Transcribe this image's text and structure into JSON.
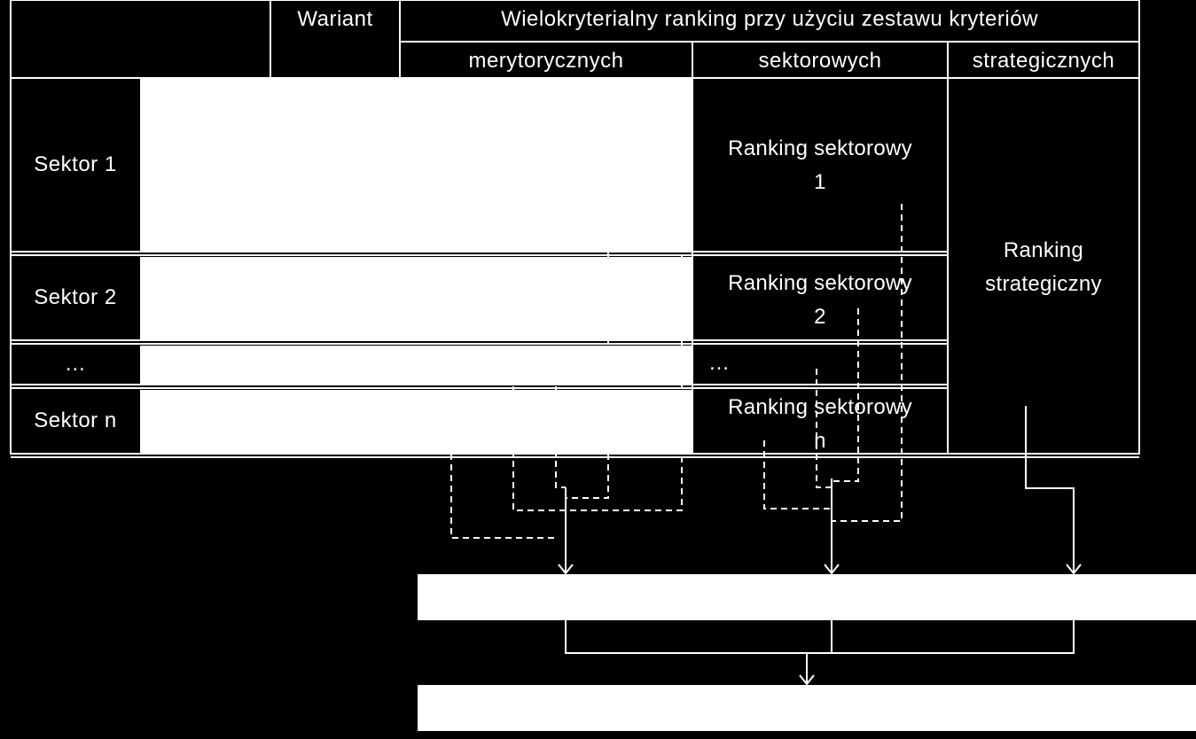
{
  "header": {
    "wariant": "Wariant",
    "main_title": "Wielokryterialny ranking przy użyciu zestawu kryteriów",
    "col_merytoryczne": "merytorycznych",
    "col_sektorowe": "sektorowych",
    "col_strategiczne": "strategicznych"
  },
  "rows": [
    {
      "label": "Sektor  1",
      "ranking_line1": "Ranking sektorowy",
      "ranking_line2": "1"
    },
    {
      "label": "Sektor  2",
      "ranking_line1": "Ranking sektorowy",
      "ranking_line2": "2"
    },
    {
      "label": "…",
      "ranking_line1": "…",
      "ranking_line2": ""
    },
    {
      "label": "Sektor  n",
      "ranking_line1": "Ranking sektorowy",
      "ranking_line2": "n"
    }
  ],
  "strategic": {
    "line1": "Ranking",
    "line2": "strategiczny"
  },
  "colors": {
    "background": "#000000",
    "lines": "#ffffff",
    "boxes": "#ffffff"
  }
}
